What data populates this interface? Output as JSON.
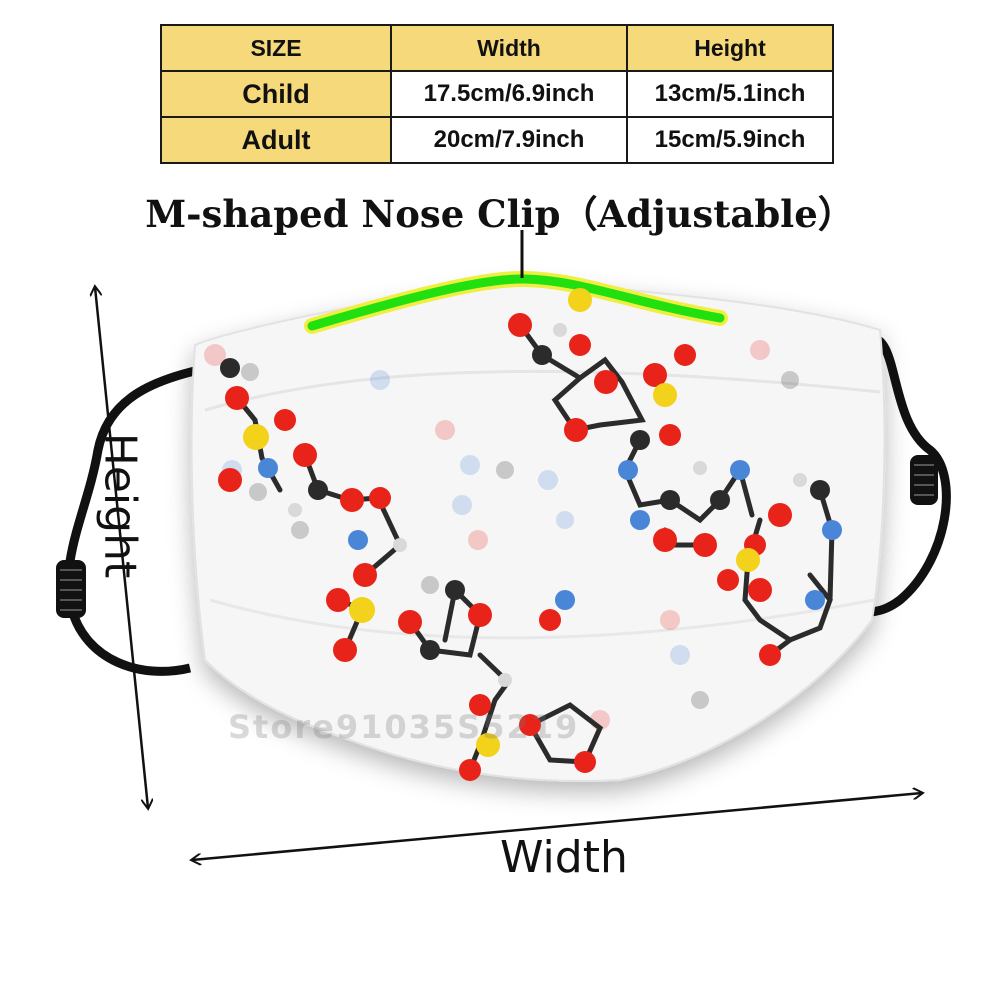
{
  "size_table": {
    "headers": [
      "SIZE",
      "Width",
      "Height"
    ],
    "rows": [
      {
        "size": "Child",
        "width": "17.5cm/6.9inch",
        "height": "13cm/5.1inch"
      },
      {
        "size": "Adult",
        "width": "20cm/7.9inch",
        "height": "15cm/5.9inch"
      }
    ]
  },
  "nose_clip_label": "M-shaped Nose Clip（Adjustable）",
  "dimension_labels": {
    "width": "Width",
    "height": "Height"
  },
  "watermark": "Store91035S5219",
  "colors": {
    "table_header": "#f5d97a",
    "nose_clip": "#22e010",
    "mask_body": "#f6f6f6",
    "ear_loop": "#111111",
    "atom_oxygen": "#e8241a",
    "atom_carbon": "#2b2b2b",
    "atom_nitrogen": "#4a86d8",
    "atom_sulfur": "#f2d21a",
    "atom_hydrogen": "#d9d9d9"
  }
}
